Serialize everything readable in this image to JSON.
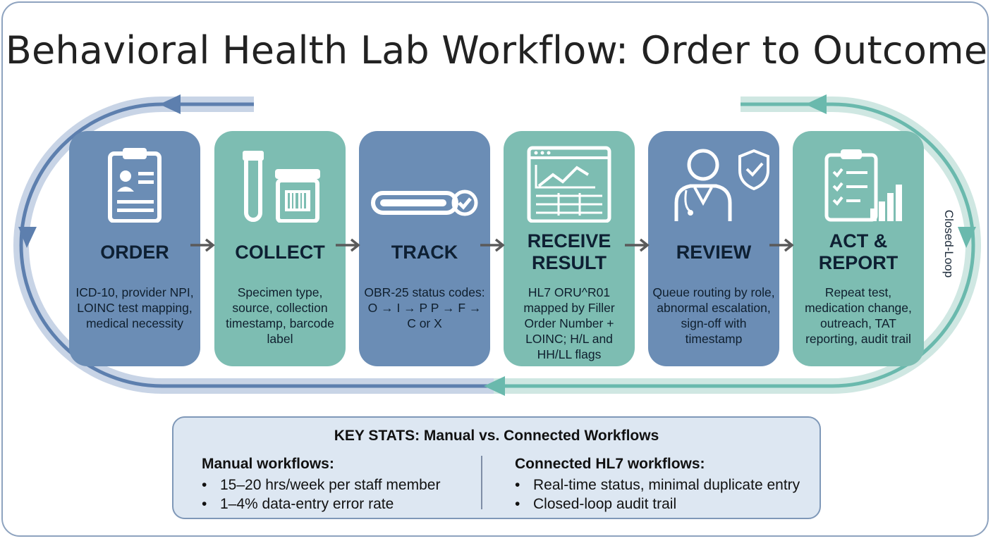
{
  "title": "Behavioral Health Lab Workflow: Order to Outcome",
  "closed_loop_label": "Closed-Loop",
  "steps": [
    {
      "name": "ORDER",
      "description": "ICD-10, provider NPI, LOINC test mapping, medical necessity",
      "icon": "clipboard-patient-icon",
      "color": "#6b8db5"
    },
    {
      "name": "COLLECT",
      "description": "Specimen type, source, collection timestamp, barcode label",
      "icon": "specimen-tube-cup-icon",
      "color": "#7dbdb2"
    },
    {
      "name": "TRACK",
      "description": "OBR-25 status codes: O → I → P P → F → C or X",
      "icon": "progress-bar-check-icon",
      "color": "#6b8db5"
    },
    {
      "name": "RECEIVE RESULT",
      "description": "HL7 ORU^R01 mapped by Filler Order Number + LOINC; H/L and HH/LL flags",
      "icon": "result-dashboard-icon",
      "color": "#7dbdb2"
    },
    {
      "name": "REVIEW",
      "description": "Queue routing by role, abnormal escalation, sign-off with timestamp",
      "icon": "clinician-shield-icon",
      "color": "#6b8db5"
    },
    {
      "name": "ACT & REPORT",
      "description": "Repeat test, medication change, outreach, TAT reporting, audit trail",
      "icon": "checklist-chart-icon",
      "color": "#7dbdb2"
    }
  ],
  "stats": {
    "title": "KEY STATS: Manual vs. Connected Workflows",
    "manual": {
      "heading": "Manual workflows:",
      "items": [
        "15–20 hrs/week per staff member",
        "1–4% data-entry error rate"
      ]
    },
    "connected": {
      "heading": "Connected HL7 workflows:",
      "items": [
        "Real-time status, minimal duplicate entry",
        "Closed-loop audit trail"
      ]
    }
  }
}
